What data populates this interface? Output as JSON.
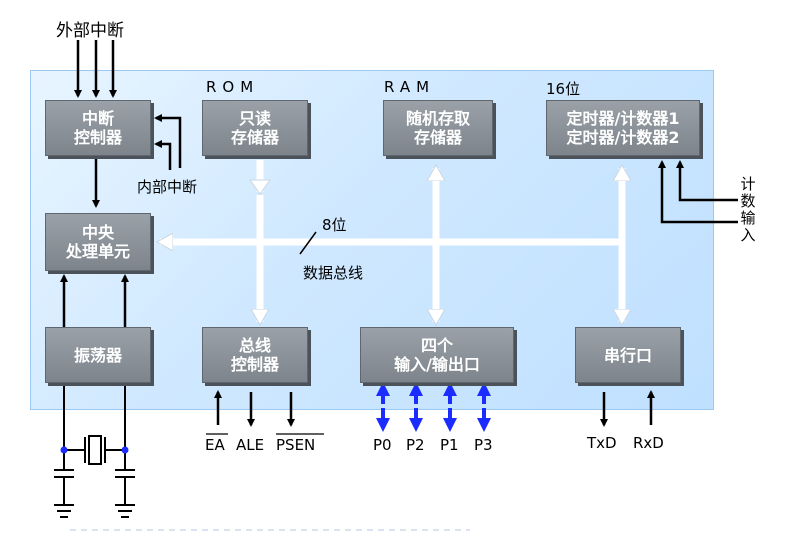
{
  "labels": {
    "external_interrupt": "外部中断",
    "internal_interrupt": "内部中断",
    "rom": "ROM",
    "ram": "RAM",
    "bits16": "16位",
    "bits8": "8位",
    "data_bus": "数据总线",
    "count_input": [
      "计",
      "数",
      "输",
      "入"
    ]
  },
  "blocks": {
    "interrupt_ctrl": [
      "中断",
      "控制器"
    ],
    "rom": [
      "只读",
      "存储器"
    ],
    "ram": [
      "随机存取",
      "存储器"
    ],
    "timer": [
      "定时器/计数器1",
      "定时器/计数器2"
    ],
    "cpu": [
      "中央",
      "处理单元"
    ],
    "osc": [
      "振荡器"
    ],
    "bus_ctrl": [
      "总线",
      "控制器"
    ],
    "io": [
      "四个",
      "输入/输出口"
    ],
    "serial": [
      "串行口"
    ]
  },
  "pins": {
    "ea": "EA",
    "ale": "ALE",
    "psen": "PSEN",
    "ports": [
      "P0",
      "P2",
      "P1",
      "P3"
    ],
    "txd": "TxD",
    "rxd": "RxD"
  },
  "colors": {
    "block": "#8a9198",
    "bus": "#ffffff",
    "port_arrow": "#1a2cff",
    "panel": "#cfe8ff"
  }
}
